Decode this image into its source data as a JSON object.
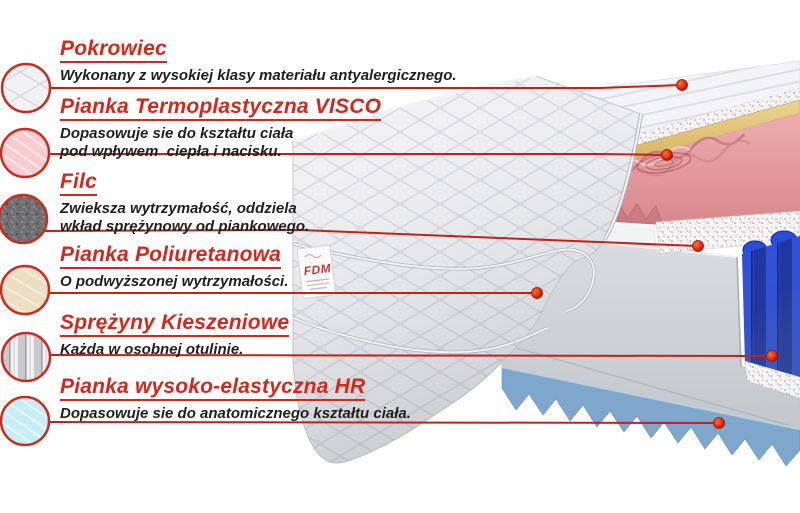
{
  "diagram": {
    "title": "Mattress layers infographic",
    "brand_tag": "FDM",
    "accent_red": "#d4281c",
    "text_color": "#201f1d",
    "background": "#ffffff",
    "layers": [
      {
        "heading": "Pokrowiec",
        "desc_lines": [
          "Wykonany z wysokiej klasy materiału antyalergicznego."
        ],
        "swatch": "quilted-cover-swatch",
        "swatch_color": "#f2f2f4"
      },
      {
        "heading": "Pianka Termoplastyczna VISCO",
        "desc_lines": [
          "Dopasowuje sie do kształtu ciała",
          "pod wpływem  ciepła i nacisku."
        ],
        "swatch": "visco-foam-swatch",
        "swatch_color": "#f8cbce"
      },
      {
        "heading": "Filc",
        "desc_lines": [
          "Zwieksza wytrzymałość, oddziela",
          "wkład sprężynowy od piankowego."
        ],
        "swatch": "felt-swatch",
        "swatch_color": "#707072"
      },
      {
        "heading": "Pianka Poliuretanowa",
        "desc_lines": [
          "O podwyższonej wytrzymałości."
        ],
        "swatch": "polyurethane-foam-swatch",
        "swatch_color": "#ebdec2"
      },
      {
        "heading": "Sprężyny Kieszeniowe",
        "desc_lines": [
          "Każda w osobnej otulinie."
        ],
        "swatch": "pocket-springs-swatch",
        "swatch_color": "#d9dadd"
      },
      {
        "heading": "Pianka wysoko-elastyczna HR",
        "desc_lines": [
          "Dopasowuje sie do anatomicznego kształtu ciała."
        ],
        "swatch": "hr-foam-swatch",
        "swatch_color": "#c5eef6"
      }
    ],
    "illustration_colors": {
      "cover_quilt": "#f2f2f4",
      "backing_yellow": "#dcb968",
      "visco_pink": "#e29a9d",
      "felt_speckle": "#f5f3f3",
      "polyurethane_gray": "#d2d4d7",
      "springs_blue": "#1c3ecf",
      "hr_zigzag_blue": "#7fa7cd"
    }
  }
}
